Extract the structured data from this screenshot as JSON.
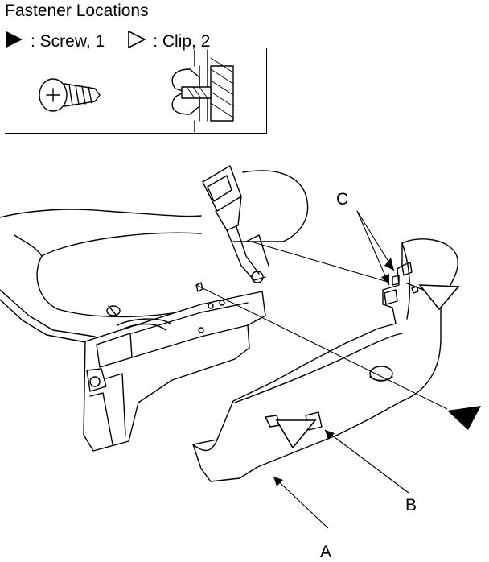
{
  "header": {
    "title": "Fastener Locations"
  },
  "legend": {
    "screw_label": ": Screw, 1",
    "clip_label": ": Clip, 2"
  },
  "callouts": {
    "a": "A",
    "b": "B",
    "c": "C"
  }
}
